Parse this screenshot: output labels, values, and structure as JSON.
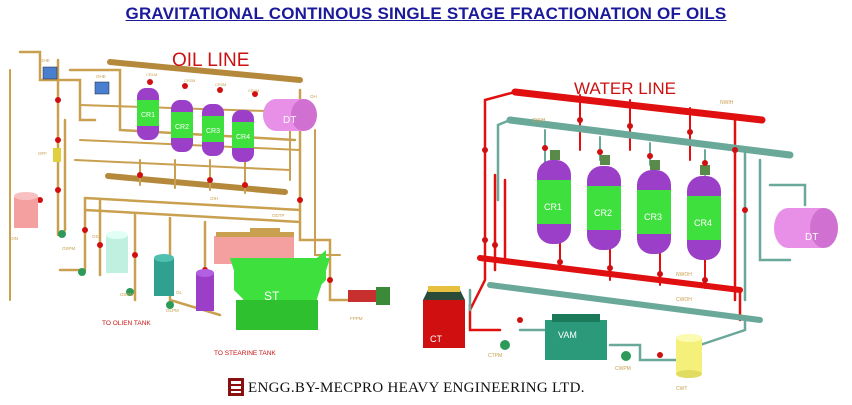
{
  "title": "GRAVITATIONAL CONTINOUS SINGLE STAGE FRACTIONATION OF OILS",
  "oil_line": {
    "heading": "OIL LINE",
    "crystallizers": [
      "CR1",
      "CR2",
      "CR3",
      "CR4"
    ],
    "crystallizer_tags": [
      "CR1M",
      "CR2M",
      "CR3M",
      "CR4M"
    ],
    "tank_dt": "DT",
    "tank_st": "ST",
    "pipe_label_oih": "OIH",
    "pipe_label_oih2": "OIH",
    "to_olien": "TO OLIEN TANK",
    "to_stearine": "TO STEARINE TANK",
    "labels": [
      "OHE",
      "OHE",
      "OH",
      "OIN",
      "OHEP",
      "OFF",
      "OSPM",
      "OS",
      "OBT",
      "OSPM",
      "OL",
      "OLPM",
      "FPM",
      "FPPM",
      "ODTP"
    ]
  },
  "water_line": {
    "heading": "WATER LINE",
    "crystallizers": [
      "CR1",
      "CR2",
      "CR3",
      "CR4"
    ],
    "tank_dt": "DT",
    "ct": "CT",
    "vam": "VAM",
    "cwt": "CWT",
    "labels": {
      "nwih": "NWIH",
      "cwih": "CWIH",
      "nwoh": "NWOH",
      "cwoh": "CWOH",
      "ctpm": "CTPM",
      "cwpm": "CWPM"
    }
  },
  "footer": "ENGG.BY-MECPRO HEAVY ENGINEERING LTD.",
  "colors": {
    "title": "#1a1a9a",
    "oil_pipe": "#c8a050",
    "crystallizer_body": "#9b3fc8",
    "crystallizer_band": "#3ee03e",
    "water_hot": "#e01010",
    "water_cold": "#6aa89a",
    "st_tank": "#3ee03e",
    "ct": "#d01010",
    "cwt": "#f4f07a",
    "dt_oil": "#e890e8",
    "heading_red": "#cc1111"
  }
}
